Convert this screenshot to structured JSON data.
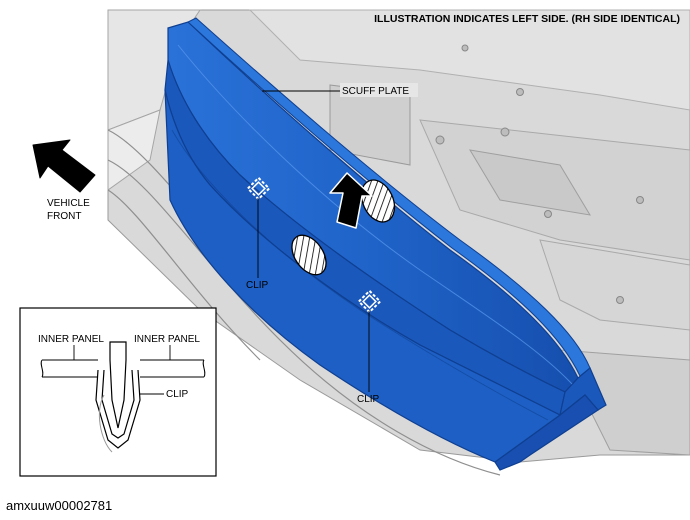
{
  "header": {
    "note": "ILLUSTRATION INDICATES LEFT SIDE. (RH SIDE IDENTICAL)"
  },
  "labels": {
    "scuff_plate": "SCUFF PLATE",
    "vehicle_front_line1": "VEHICLE",
    "vehicle_front_line2": "FRONT",
    "clip_left": "CLIP",
    "clip_right": "CLIP"
  },
  "inset": {
    "inner_panel_left": "INNER PANEL",
    "inner_panel_right": "INNER PANEL",
    "clip": "CLIP"
  },
  "footer": {
    "image_id": "amxuuw00002781"
  },
  "colors": {
    "scuff_plate": "#1f63c8",
    "scuff_plate_dark": "#0f3f91",
    "body_gray": "#d9d9d9",
    "body_gray_light": "#ececec",
    "line": "#7a7a7a"
  }
}
